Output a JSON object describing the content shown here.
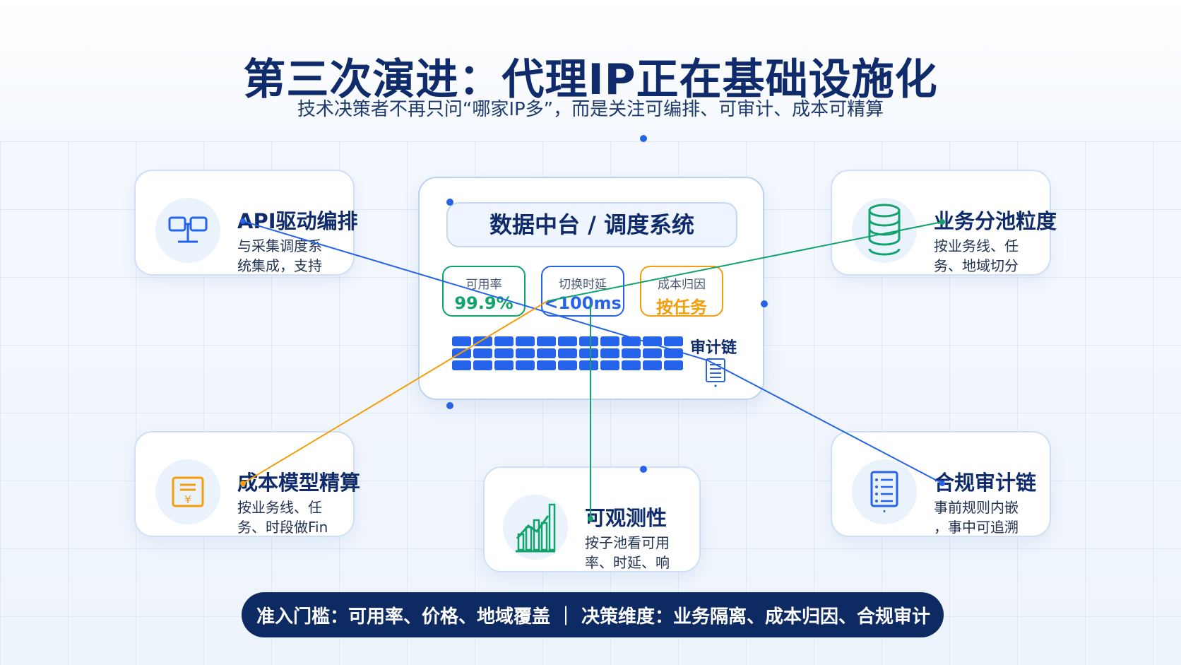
{
  "header": {
    "title": "第三次演进：代理IP正在基础设施化",
    "subtitle": "技术决策者不再只问“哪家IP多”，而是关注可编排、可审计、成本可精算"
  },
  "hub": {
    "title": "数据中台 / 调度系统",
    "metrics": [
      {
        "label": "可用率",
        "value": "99.9%",
        "color": "#10a36b"
      },
      {
        "label": "切换时延",
        "value": "<100ms",
        "color": "#2563eb"
      },
      {
        "label": "成本归因",
        "value": "按任务",
        "color": "#f59e0b"
      }
    ],
    "audit_label": "审计链"
  },
  "cards": {
    "api": {
      "title": "API驱动编排",
      "desc_lines": [
        "与采集调度系",
        "统集成，支持"
      ],
      "icon": "api-network-icon"
    },
    "pool": {
      "title": "业务分池粒度",
      "desc_lines": [
        "按业务线、任",
        "务、地域切分"
      ],
      "icon": "database-icon"
    },
    "cost": {
      "title": "成本模型精算",
      "desc_lines": [
        "按业务线、任",
        "务、时段做Fin"
      ],
      "icon": "invoice-yuan-icon"
    },
    "observe": {
      "title": "可观测性",
      "desc_lines": [
        "按子池看可用",
        "率、时延、响"
      ],
      "icon": "bar-chart-icon"
    },
    "compliance": {
      "title": "合规审计链",
      "desc_lines": [
        "事前规则内嵌",
        "，事中可追溯"
      ],
      "icon": "checklist-icon"
    }
  },
  "footer": {
    "text": "准入门槛：可用率、价格、地域覆盖 ｜ 决策维度：业务隔离、成本归因、合规审计"
  },
  "colors": {
    "navy": "#0f2b6b",
    "blue": "#2563eb",
    "green": "#10a36b",
    "orange": "#f59e0b"
  }
}
